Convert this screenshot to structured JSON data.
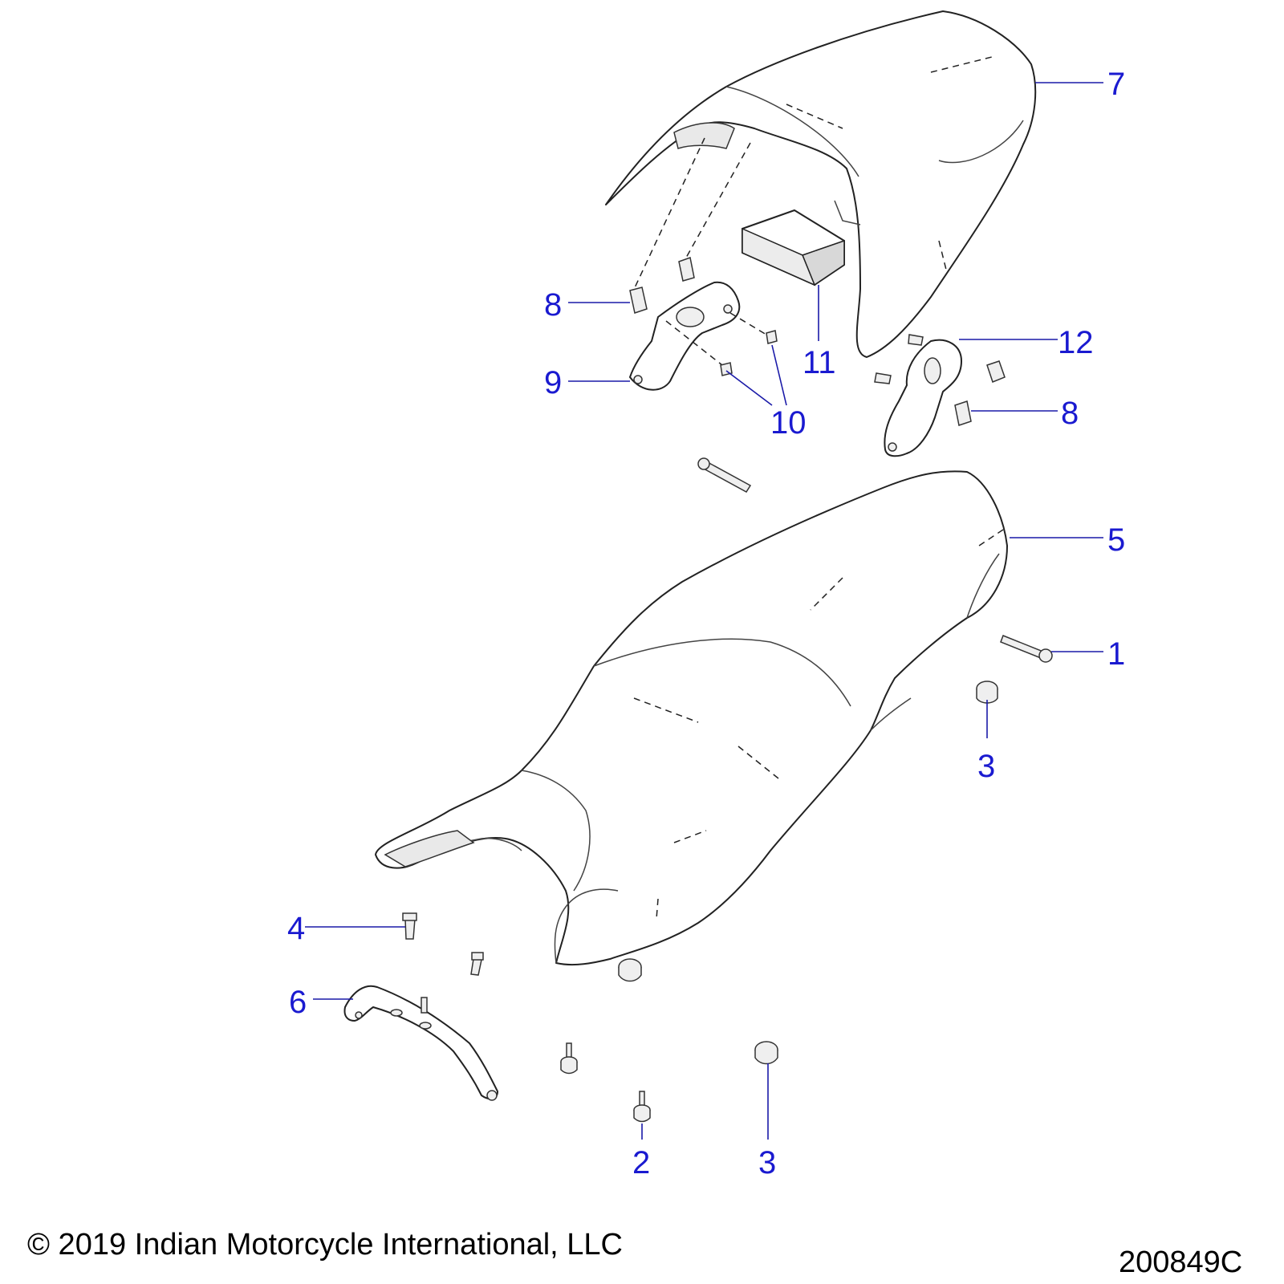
{
  "diagram": {
    "callouts": [
      {
        "id": "c7",
        "label": "7"
      },
      {
        "id": "c8a",
        "label": "8"
      },
      {
        "id": "c9",
        "label": "9"
      },
      {
        "id": "c10",
        "label": "10"
      },
      {
        "id": "c11",
        "label": "11"
      },
      {
        "id": "c12",
        "label": "12"
      },
      {
        "id": "c8b",
        "label": "8"
      },
      {
        "id": "c5",
        "label": "5"
      },
      {
        "id": "c1",
        "label": "1"
      },
      {
        "id": "c3a",
        "label": "3"
      },
      {
        "id": "c4",
        "label": "4"
      },
      {
        "id": "c6",
        "label": "6"
      },
      {
        "id": "c2",
        "label": "2"
      },
      {
        "id": "c3b",
        "label": "3"
      }
    ],
    "callout_color": "#1a1ad0"
  },
  "footer": {
    "copyright": "© 2019 Indian Motorcycle International, LLC",
    "drawing_number": "200849C"
  }
}
